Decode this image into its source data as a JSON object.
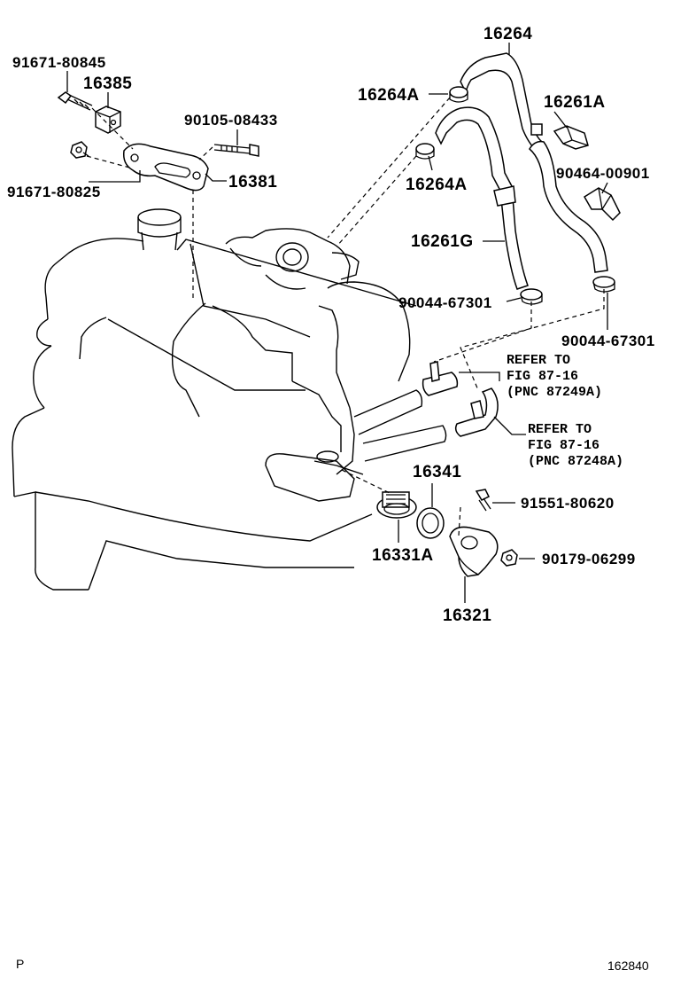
{
  "colors": {
    "line": "#000000",
    "background": "#ffffff"
  },
  "diagram": {
    "callouts": [
      {
        "id": "p91671_80845",
        "text": "91671-80845"
      },
      {
        "id": "p16385",
        "text": "16385"
      },
      {
        "id": "p90105_08433",
        "text": "90105-08433"
      },
      {
        "id": "p91671_80825",
        "text": "91671-80825"
      },
      {
        "id": "p16381",
        "text": "16381"
      },
      {
        "id": "p16264",
        "text": "16264"
      },
      {
        "id": "p16264A_1",
        "text": "16264A"
      },
      {
        "id": "p16261A",
        "text": "16261A"
      },
      {
        "id": "p16264A_2",
        "text": "16264A"
      },
      {
        "id": "p90464_00901",
        "text": "90464-00901"
      },
      {
        "id": "p16261G",
        "text": "16261G"
      },
      {
        "id": "p90044_67301_1",
        "text": "90044-67301"
      },
      {
        "id": "p90044_67301_2",
        "text": "90044-67301"
      },
      {
        "id": "p16341",
        "text": "16341"
      },
      {
        "id": "p91551_80620",
        "text": "91551-80620"
      },
      {
        "id": "p16331A",
        "text": "16331A"
      },
      {
        "id": "p90179_06299",
        "text": "90179-06299"
      },
      {
        "id": "p16321",
        "text": "16321"
      }
    ],
    "references": [
      {
        "line1": "REFER TO",
        "line2": "FIG 87-16",
        "line3": "(PNC 87249A)"
      },
      {
        "line1": "REFER TO",
        "line2": "FIG 87-16",
        "line3": "(PNC 87248A)"
      }
    ]
  },
  "footer": {
    "left": "P",
    "right": "162840"
  }
}
